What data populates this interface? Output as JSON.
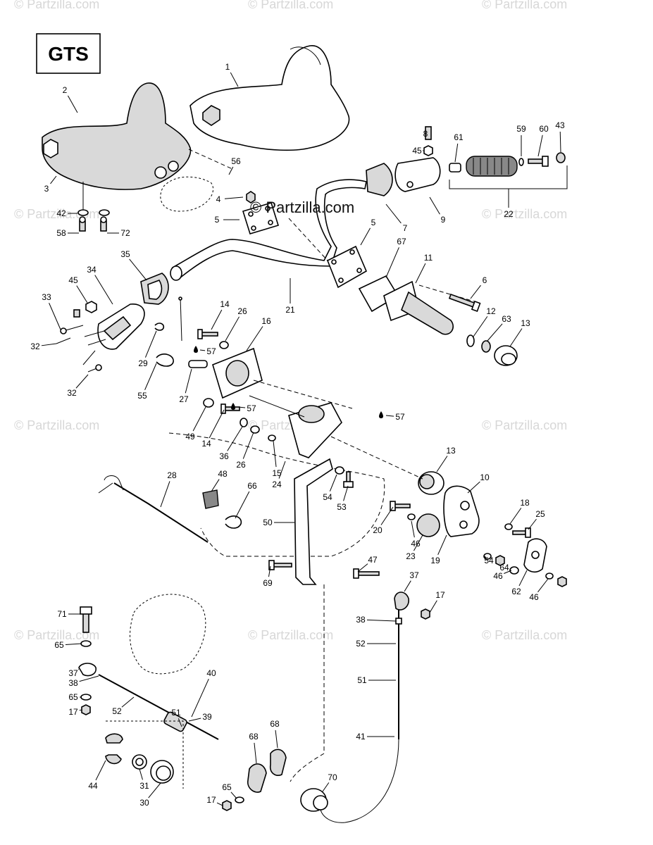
{
  "model_badge": "GTS",
  "watermark_main": "© Partzilla.com",
  "watermark_faint": "© Partzilla.com",
  "callouts": [
    "1",
    "2",
    "3",
    "4",
    "5",
    "6",
    "7",
    "8",
    "9",
    "10",
    "11",
    "12",
    "13",
    "14",
    "15",
    "16",
    "17",
    "18",
    "19",
    "20",
    "21",
    "22",
    "23",
    "24",
    "25",
    "26",
    "27",
    "28",
    "29",
    "30",
    "31",
    "32",
    "33",
    "34",
    "35",
    "36",
    "37",
    "38",
    "39",
    "40",
    "41",
    "42",
    "43",
    "44",
    "45",
    "46",
    "47",
    "48",
    "49",
    "50",
    "51",
    "52",
    "53",
    "54",
    "55",
    "56",
    "57",
    "58",
    "59",
    "60",
    "61",
    "62",
    "63",
    "64",
    "65",
    "66",
    "67",
    "68",
    "69",
    "70",
    "71",
    "72"
  ],
  "colors": {
    "line": "#000000",
    "watermark": "#d7d7d7",
    "background": "#ffffff"
  }
}
